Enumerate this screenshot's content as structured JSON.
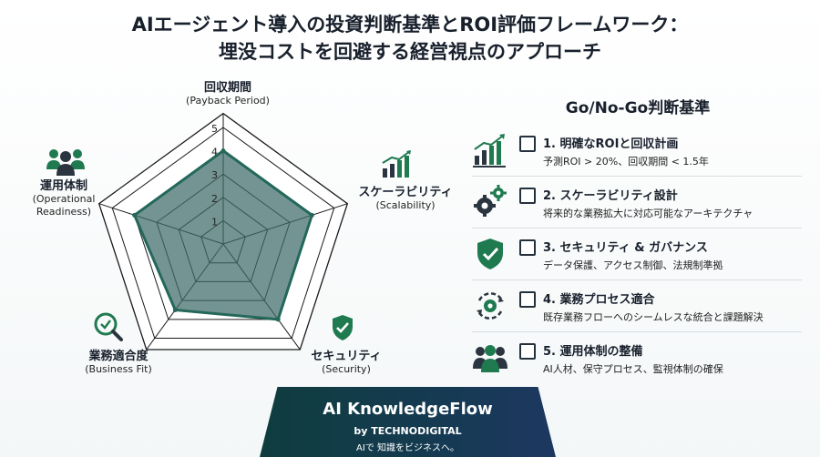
{
  "title": {
    "line1": "AIエージェント導入の投資判断基準とROI評価フレームワーク：",
    "line2": "埋没コストを回避する経営視点のアプローチ"
  },
  "chart_data": {
    "type": "radar",
    "max": 5,
    "ticks": [
      "1",
      "2",
      "3",
      "4",
      "5"
    ],
    "axes": [
      {
        "jp": "回収期間",
        "en": "(Payback Period)"
      },
      {
        "jp": "スケーラビリティ",
        "en": "(Scalability)"
      },
      {
        "jp": "セキュリティ",
        "en": "(Security)"
      },
      {
        "jp": "業務適合度",
        "en": "(Business Fit)"
      },
      {
        "jp": "運用体制",
        "en": "(Operational\nReadiness)"
      }
    ],
    "values": [
      4,
      4,
      4,
      3.5,
      4
    ],
    "colors": {
      "grid": "#1a1a1a",
      "fill": "#3f6b6a",
      "stroke": "#23685a"
    }
  },
  "panel": {
    "title": "Go/No-Go判断基準",
    "items": [
      {
        "head": "1. 明確なROIと回収計画",
        "desc": "予測ROI > 20%、回収期間 < 1.5年",
        "icon": "growth-chart-icon"
      },
      {
        "head": "2. スケーラビリティ設計",
        "desc": "将来的な業務拡大に対応可能なアーキテクチャ",
        "icon": "gears-icon"
      },
      {
        "head": "3. セキュリティ & ガバナンス",
        "desc": "データ保護、アクセス制御、法規制準拠",
        "icon": "shield-check-icon"
      },
      {
        "head": "4. 業務プロセス適合",
        "desc": "既存業務フローへのシームレスな統合と課題解決",
        "icon": "process-cycle-icon"
      },
      {
        "head": "5. 運用体制の整備",
        "desc": "AI人材、保守プロセス、監視体制の確保",
        "icon": "team-icon"
      }
    ]
  },
  "brand": {
    "name": "AI KnowledgeFlow",
    "by": "by TECHNODIGITAL",
    "tagline": "AIで 知識をビジネスへ。"
  },
  "colors": {
    "accent_green": "#1f7a4f",
    "icon_dark": "#2b3540",
    "brand_bg": "#153a52"
  }
}
